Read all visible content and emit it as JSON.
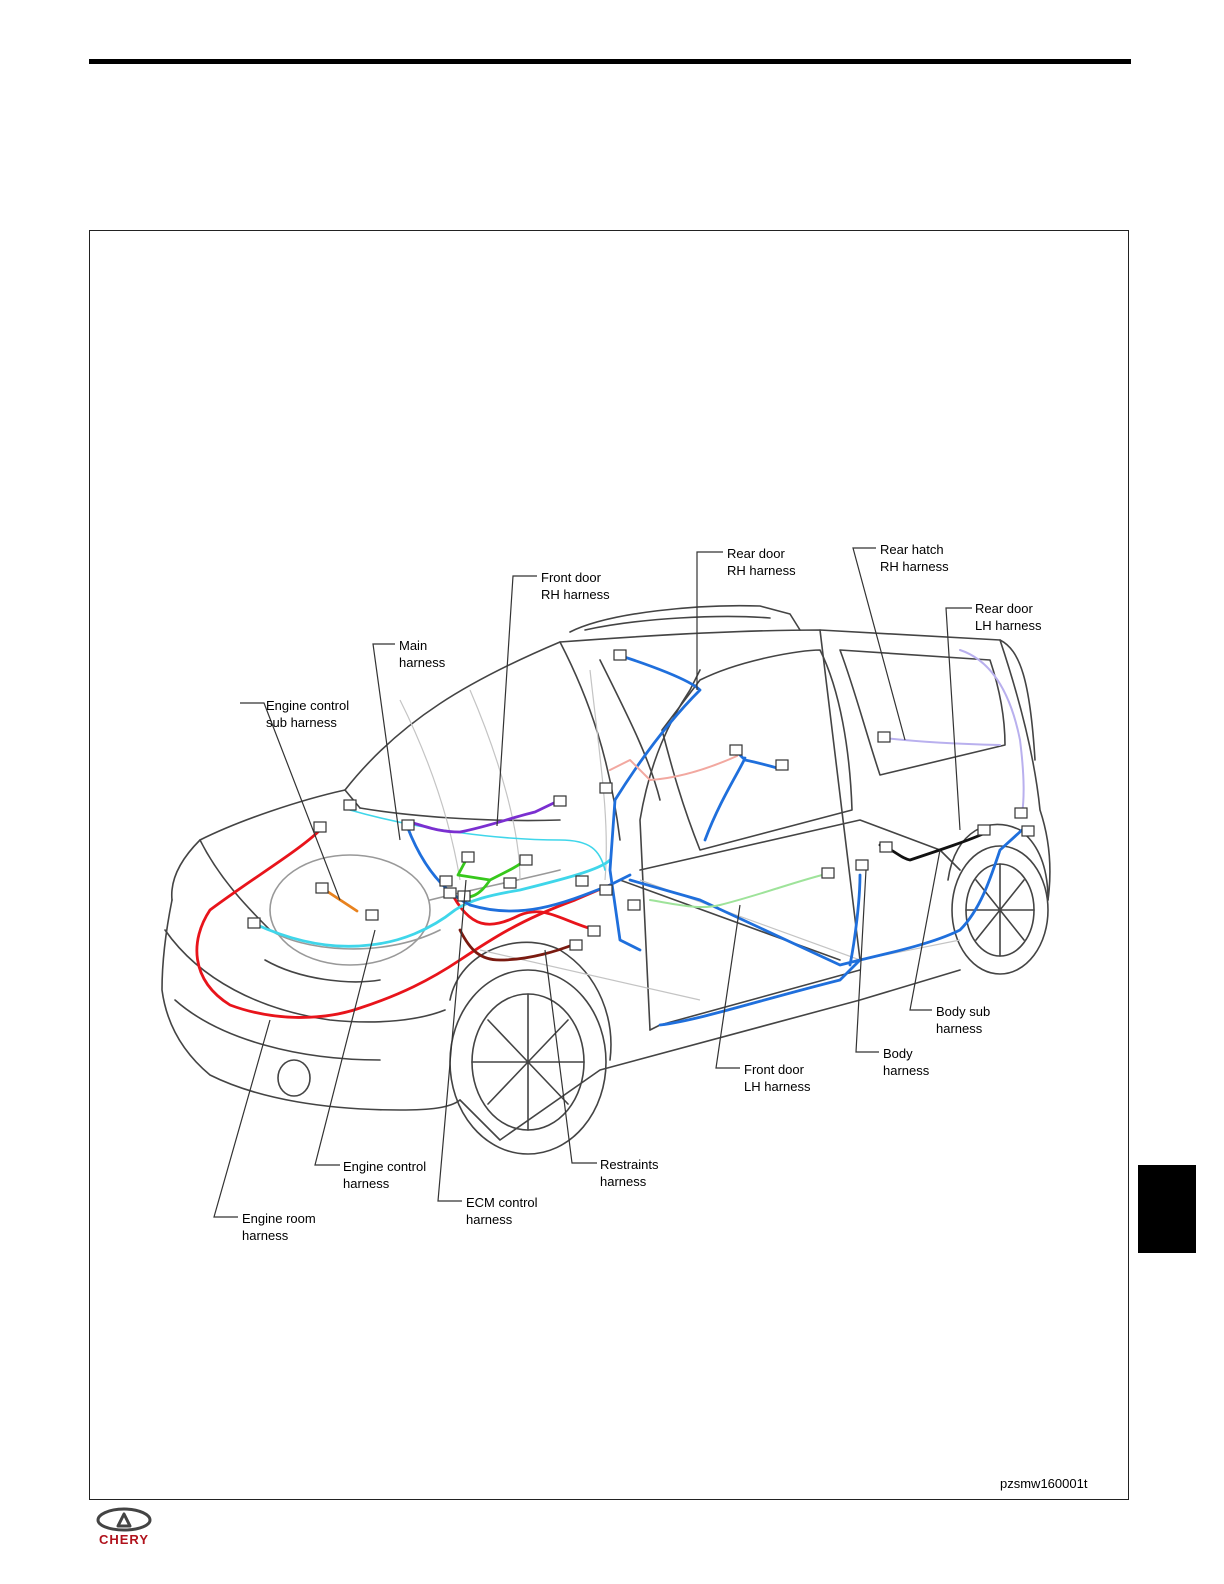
{
  "labels": {
    "rear_door_rh": "Rear door\nRH harness",
    "rear_hatch_rh": "Rear hatch\nRH harness",
    "front_door_rh": "Front door\nRH harness",
    "rear_door_lh": "Rear door\nLH harness",
    "main": "Main\nharness",
    "engine_control_sub": "Engine control\nsub harness",
    "body_sub": "Body sub\nharness",
    "body": "Body\nharness",
    "front_door_lh": "Front door\nLH harness",
    "engine_control": "Engine control\nharness",
    "restraints": "Restraints\nharness",
    "ecm_control": "ECM control\nharness",
    "engine_room": "Engine room\nharness"
  },
  "image_id": "pzsmw160001t",
  "logo_text": "CHERY",
  "harness_colors": {
    "engine_room": "#e8141b",
    "engine_control": "#3fd6ea",
    "engine_control_sub": "#e8821e",
    "main": "#1f6fdc",
    "front_door_rh": "#7a2fd0",
    "ecm_control": "#37c81c",
    "restraints": "#7a1a10",
    "body": "#1f6fdc",
    "front_door_lh": "#9ee39a",
    "rear_door_rh": "#f2a8a0",
    "rear_hatch_rh": "#b9b0ee",
    "rear_door_lh": "#b9b0ee",
    "body_sub": "#111111"
  }
}
